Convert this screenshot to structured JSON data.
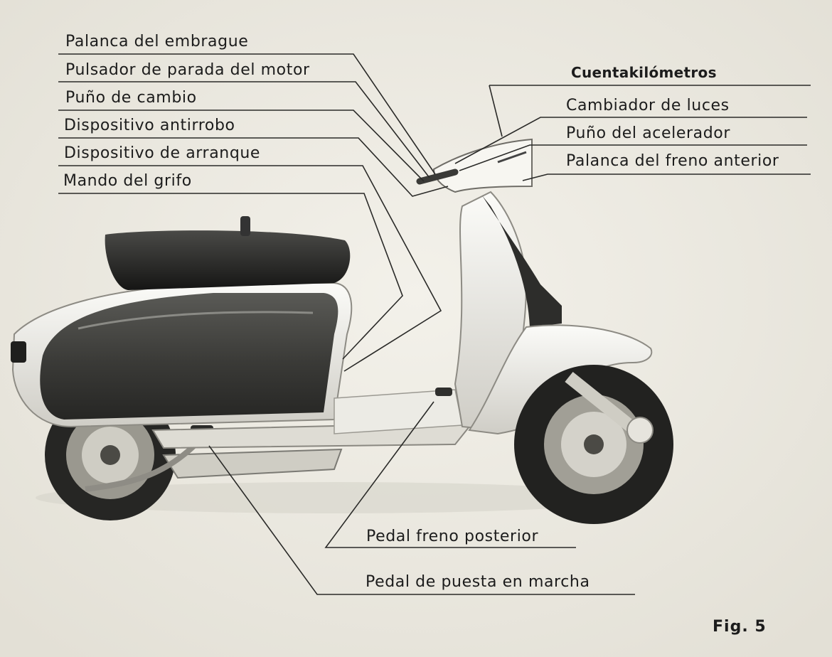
{
  "diagram": {
    "labels_left": [
      "Palanca del embrague",
      "Pulsador de parada del motor",
      "Puño de cambio",
      "Dispositivo antirrobo",
      "Dispositivo de arranque",
      "Mando del grifo"
    ],
    "labels_right": [
      "Cuentakilómetros",
      "Cambiador de luces",
      "Puño del acelerador",
      "Palanca del freno anterior"
    ],
    "labels_bottom": [
      "Pedal freno posterior",
      "Pedal de puesta en marcha"
    ],
    "figure_label": "Fig. 5"
  }
}
